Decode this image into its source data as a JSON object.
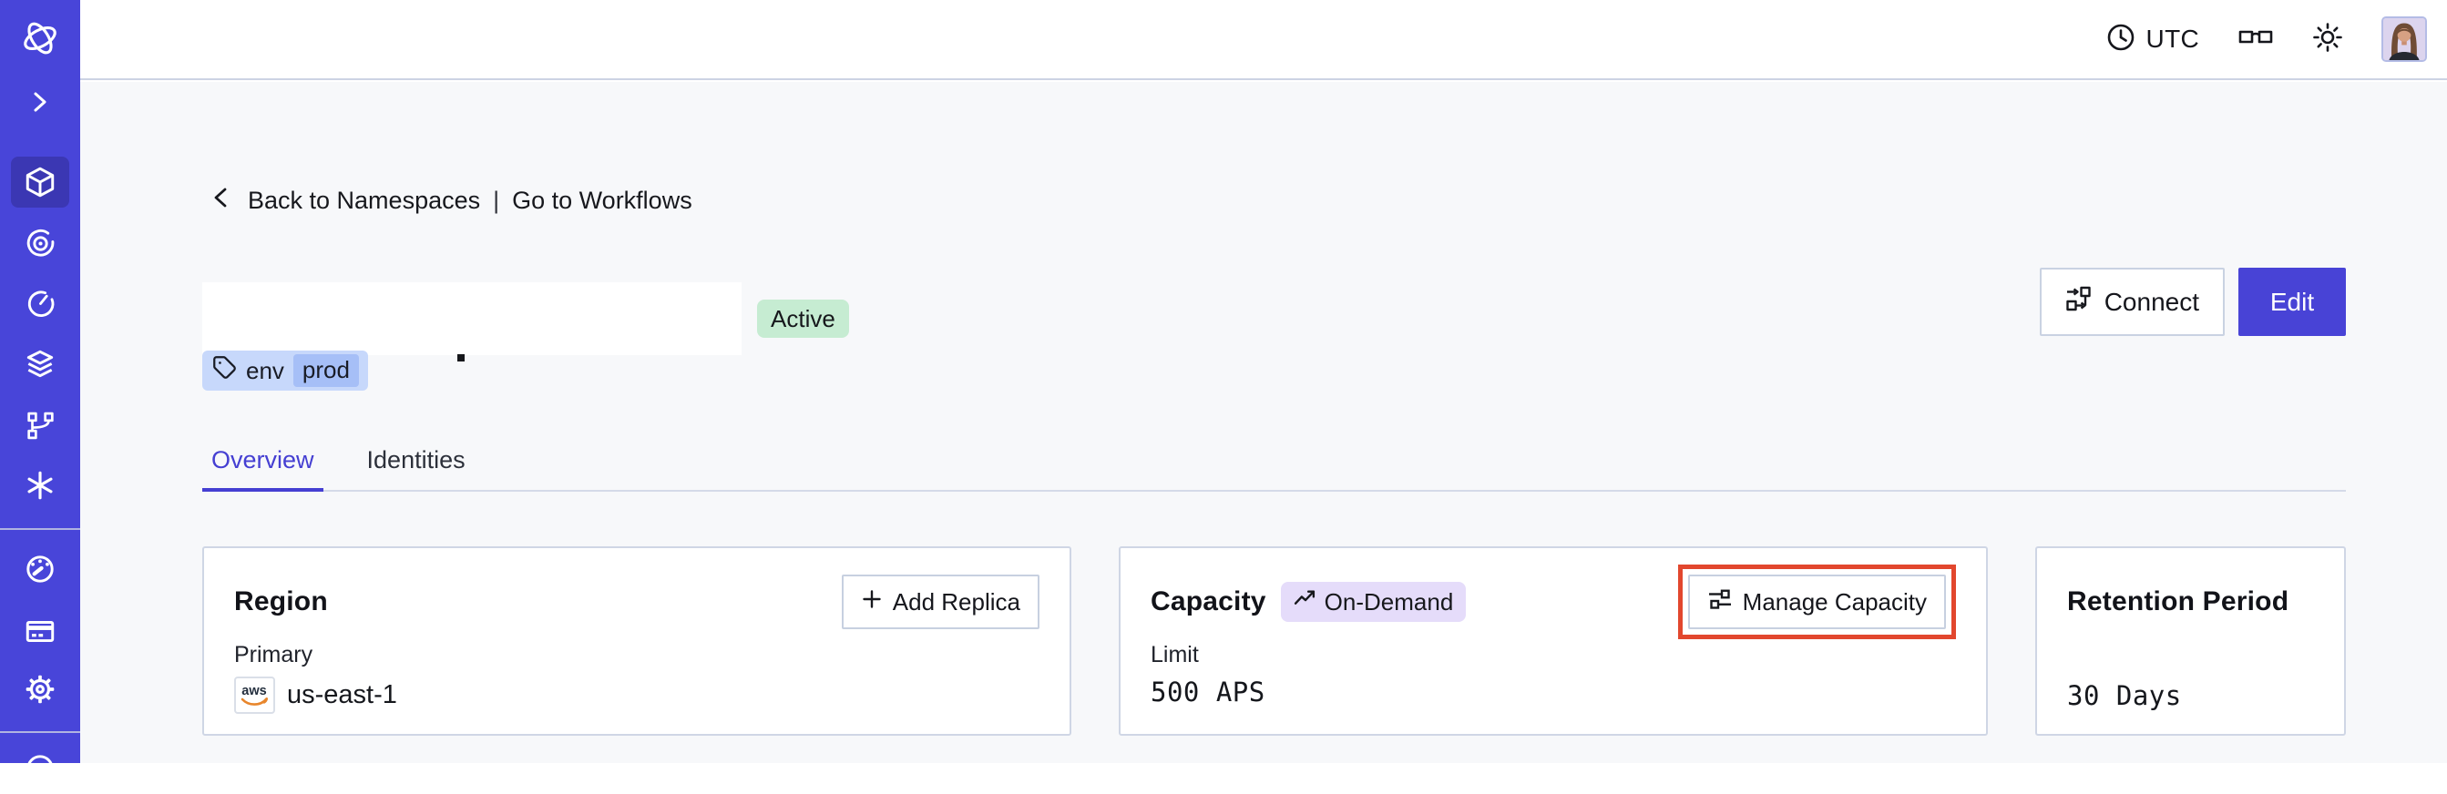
{
  "topbar": {
    "timezone": "UTC",
    "icons": [
      "clock-icon",
      "glasses-icon",
      "brightness-icon",
      "avatar"
    ]
  },
  "sidebar": {
    "items": [
      {
        "icon": "temporal-logo",
        "active": false
      },
      {
        "icon": "expand-chevron",
        "active": false
      },
      {
        "icon": "namespaces-cube",
        "active": true
      },
      {
        "icon": "workflows-swirl",
        "active": false
      },
      {
        "icon": "schedules-clock",
        "active": false
      },
      {
        "icon": "deployments-layers",
        "active": false
      },
      {
        "icon": "batch-branch",
        "active": false
      },
      {
        "icon": "nexus-asterisk",
        "active": false
      },
      {
        "icon": "usage-gauge",
        "active": false
      },
      {
        "icon": "billing-card",
        "active": false
      },
      {
        "icon": "settings-gear",
        "active": false
      },
      {
        "icon": "support-partial",
        "active": false
      }
    ]
  },
  "breadcrumb": {
    "back": "Back to Namespaces",
    "separator": "|",
    "forward": "Go to Workflows"
  },
  "namespace": {
    "status": "Active",
    "tag": {
      "key": "env",
      "value": "prod"
    }
  },
  "actions": {
    "connect": "Connect",
    "edit": "Edit"
  },
  "tabs": [
    {
      "label": "Overview",
      "active": true
    },
    {
      "label": "Identities",
      "active": false
    }
  ],
  "cards": {
    "region": {
      "title": "Region",
      "action": "Add Replica",
      "field": "Primary",
      "provider": "aws",
      "value": "us-east-1"
    },
    "capacity": {
      "title": "Capacity",
      "badge": "On-Demand",
      "action": "Manage Capacity",
      "field": "Limit",
      "value": "500 APS"
    },
    "retention": {
      "title": "Retention Period",
      "value": "30 Days"
    }
  },
  "colors": {
    "sidebar": "#4845d9",
    "sidebar_active": "#3b37b3",
    "accent": "#4843d6",
    "content_bg": "#f7f8fa",
    "card_border": "#cfd6e5",
    "status_active_bg": "#c6ecd2",
    "tag_bg": "#c7d8fb",
    "tag_chip_bg": "#a6bff7",
    "badge_ondemand_bg": "#e5dcfa",
    "annotation_red": "#e2472e",
    "aws_orange": "#e8862c"
  }
}
